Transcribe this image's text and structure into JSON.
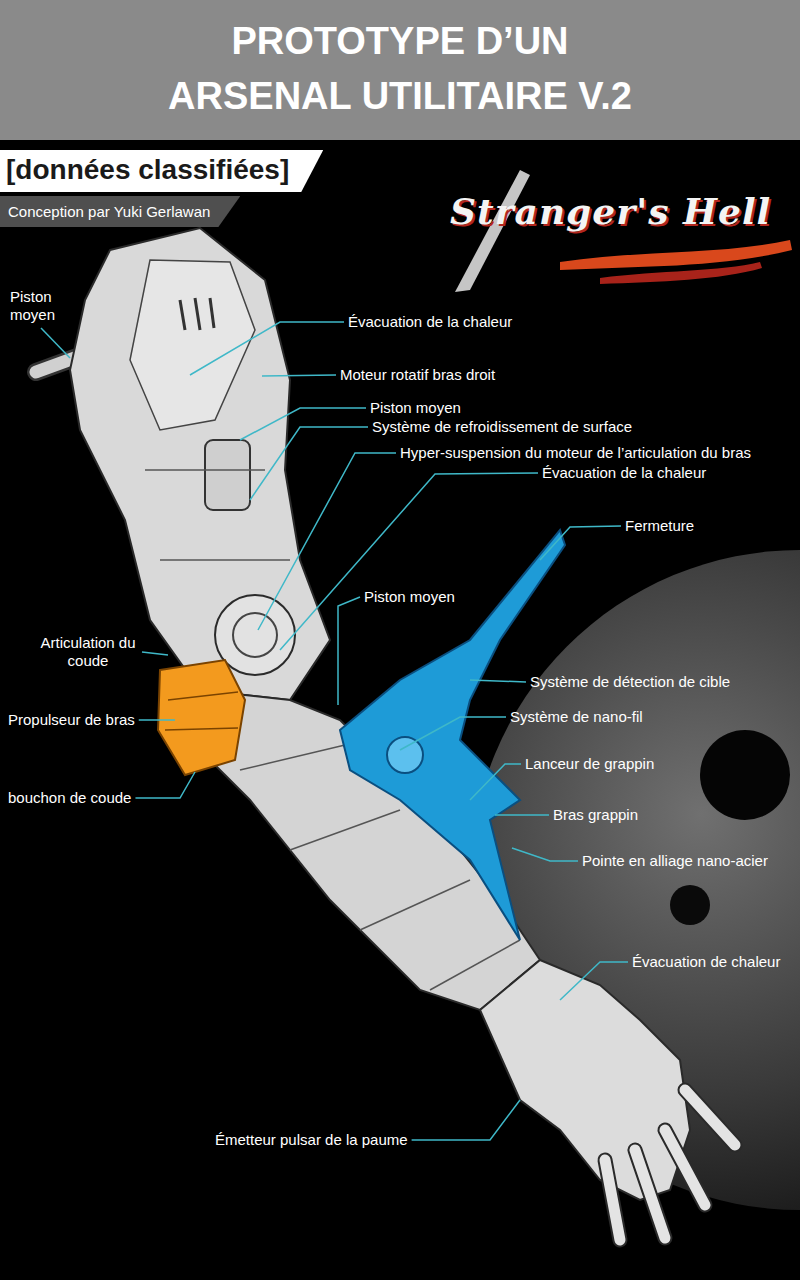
{
  "diagram": {
    "title": "PROTOTYPE D’UN ARSENAL UTILITAIRE V.2",
    "nodes": [
      {
        "text": [
          "[données classifiées]"
        ]
      },
      {
        "text": [
          "Conception par Yuki Gerlawan"
        ]
      }
    ],
    "labels": [
      "Piston moyen",
      "Évacuation de la chaleur",
      "Moteur rotatif bras droit",
      "Piston moyen",
      "Système de refroidissement de surface",
      "Hyper-suspension du moteur de l’articulation du bras",
      "Évacuation de la chaleur",
      "Fermeture",
      "Piston moyen",
      "Articulation du coude",
      "Système de détection de cible",
      "Propulseur de bras",
      "Système de nano-fil",
      "Lanceur de grappin",
      "bouchon de coude",
      "Bras grappin",
      "Pointe en alliage nano-acier",
      "Évacuation de chaleur",
      "Émetteur pulsar de la paume",
      "Stranger's Hell"
    ]
  }
}
